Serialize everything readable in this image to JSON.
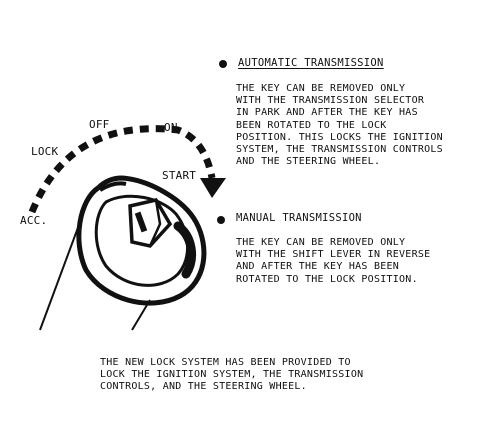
{
  "dial": {
    "positions": [
      "ACC.",
      "LOCK",
      "OFF",
      "ON",
      "START"
    ]
  },
  "automatic": {
    "heading": "AUTOMATIC TRANSMISSION",
    "body": "THE KEY CAN BE REMOVED ONLY\nWITH THE TRANSMISSION SELECTOR\nIN PARK AND AFTER THE KEY HAS\nBEEN ROTATED TO THE LOCK\nPOSITION. THIS LOCKS THE IGNITION\nSYSTEM, THE TRANSMISSION CONTROLS\nAND THE STEERING WHEEL."
  },
  "manual": {
    "heading": "MANUAL TRANSMISSION",
    "body": "THE KEY CAN BE REMOVED ONLY\nWITH THE SHIFT LEVER IN REVERSE\nAND AFTER THE KEY HAS BEEN\nROTATED TO THE LOCK POSITION."
  },
  "footer": {
    "text": "THE NEW LOCK SYSTEM HAS BEEN PROVIDED TO\nLOCK THE IGNITION SYSTEM, THE TRANSMISSION\nCONTROLS, AND THE STEERING WHEEL."
  }
}
